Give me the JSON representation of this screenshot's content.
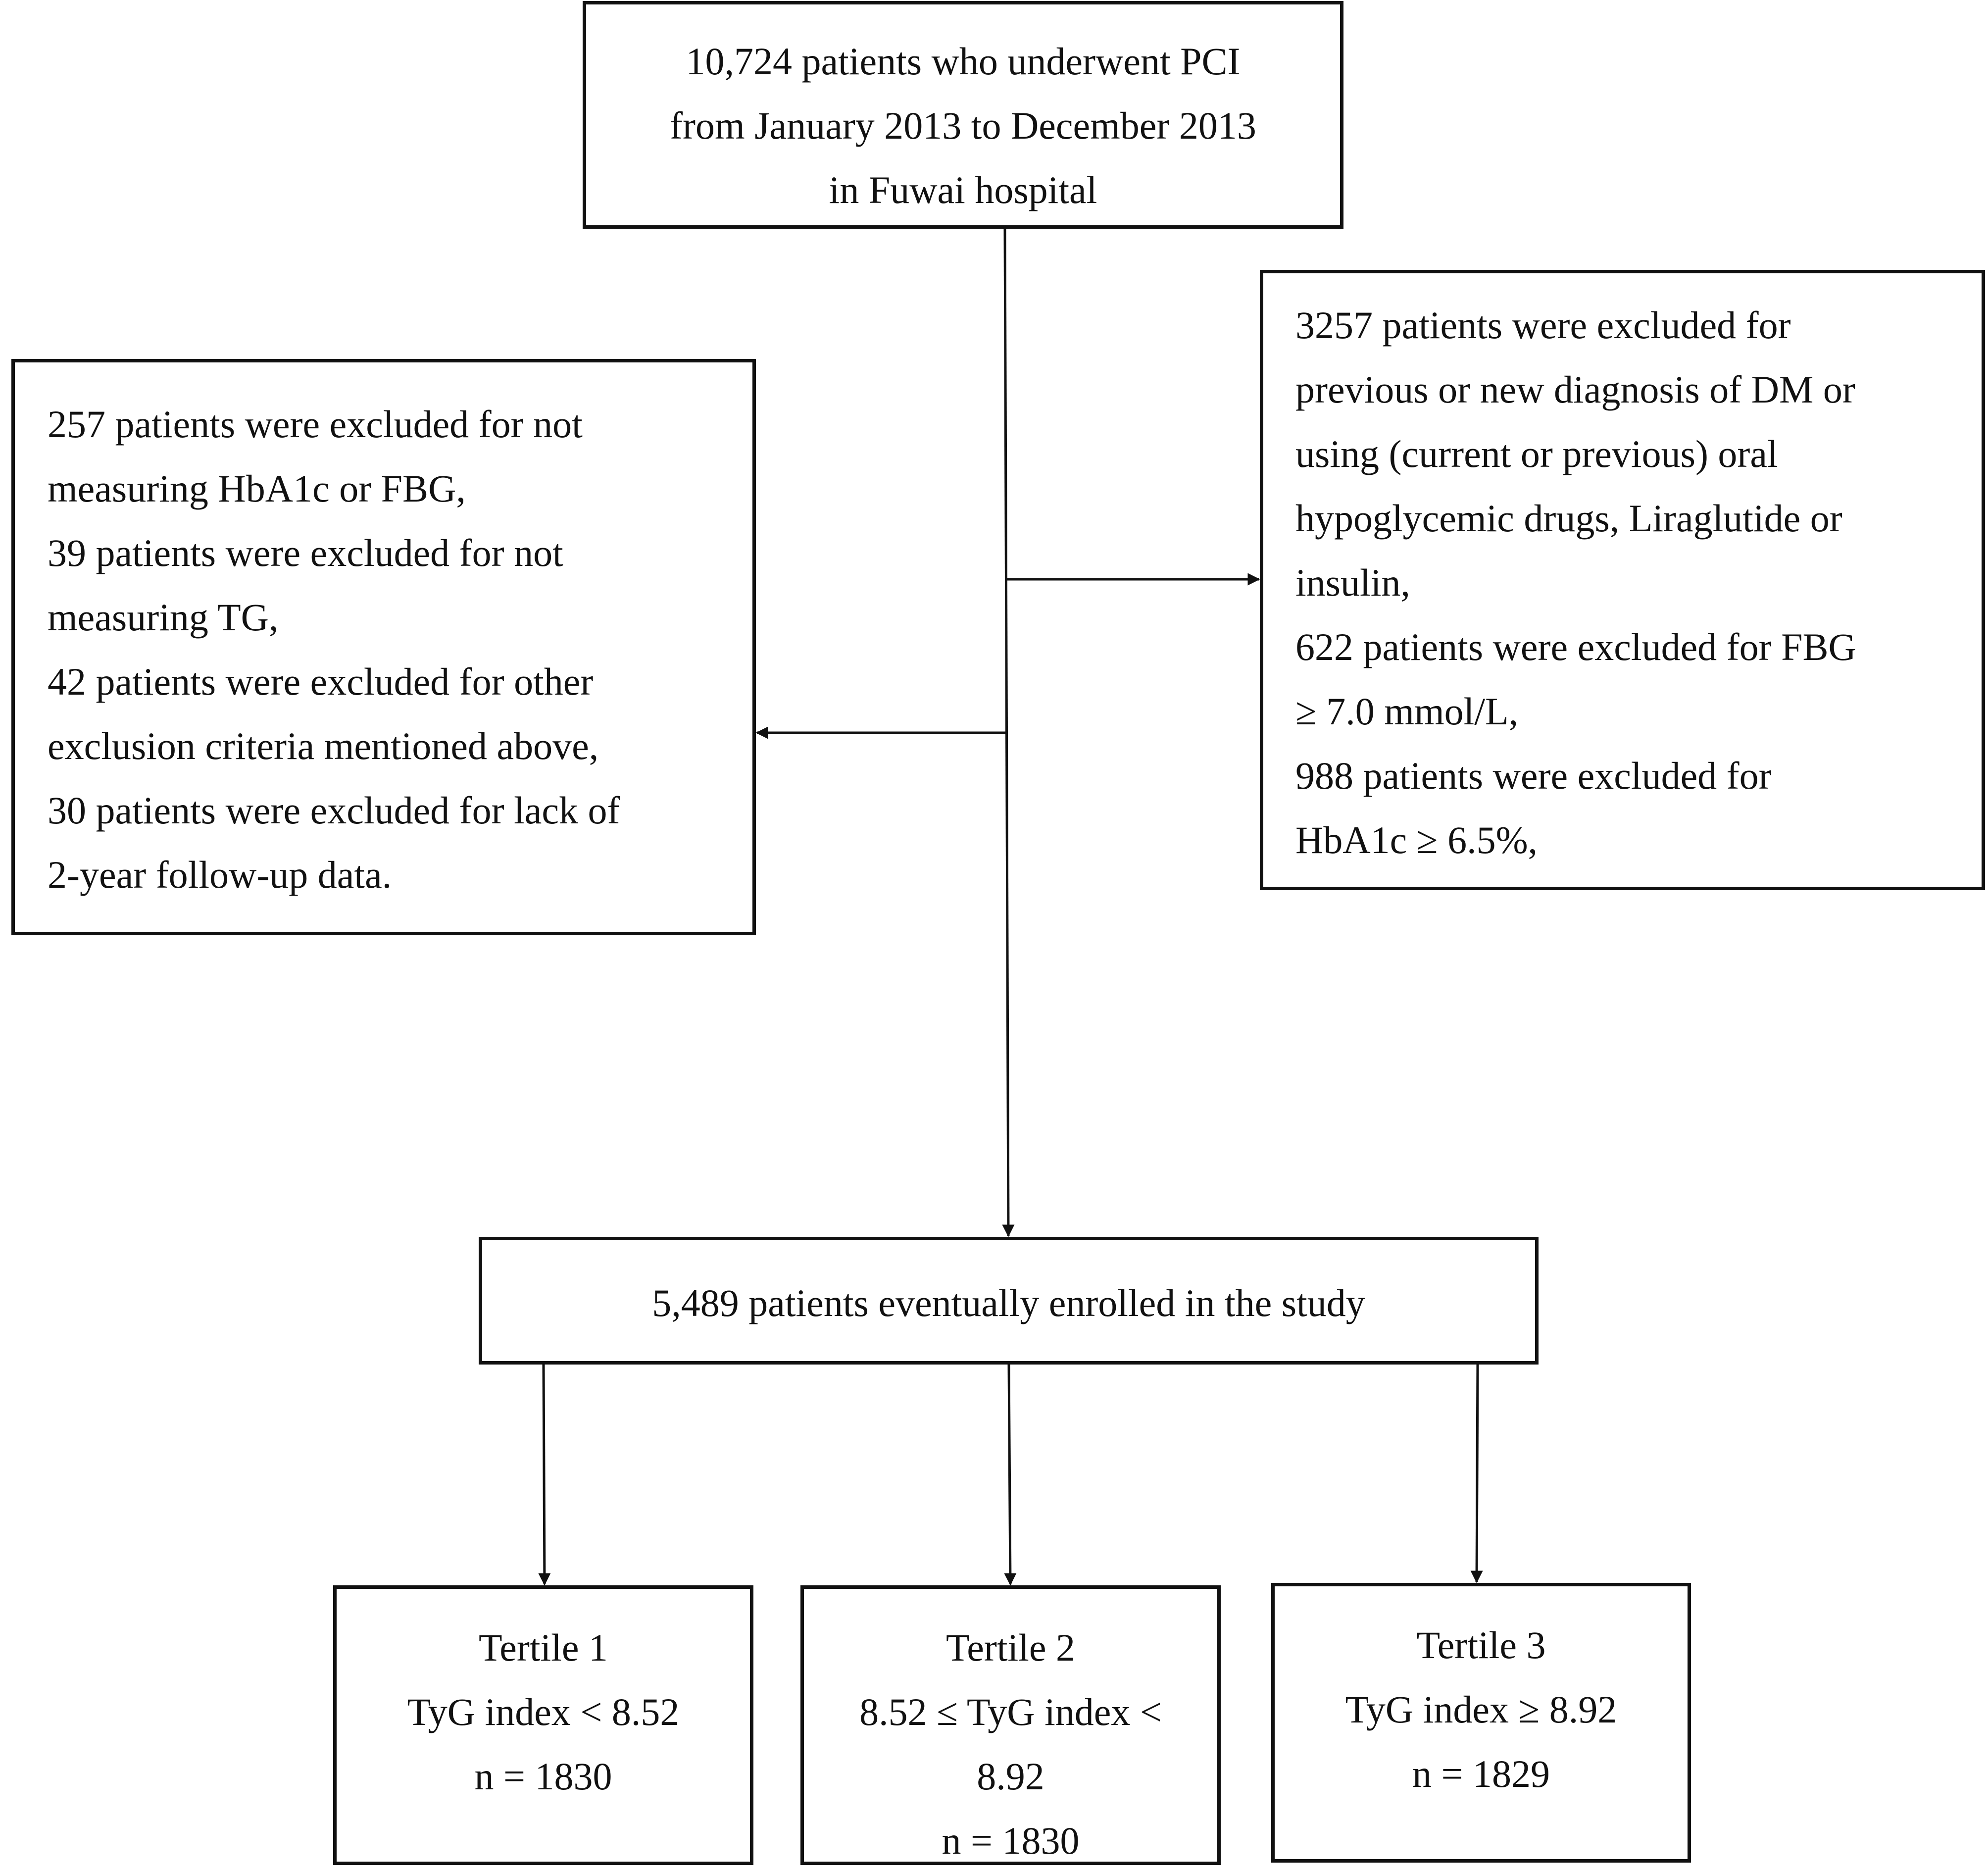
{
  "start": {
    "lines": [
      "10,724 patients who underwent PCI",
      "from January 2013 to December 2013",
      "in Fuwai hospital"
    ]
  },
  "exclusion_left": {
    "lines": [
      "257 patients were excluded for not",
      "measuring HbA1c or FBG,",
      "39 patients were excluded for not",
      "measuring TG,",
      "42 patients were excluded for other",
      "exclusion criteria mentioned above,",
      "30 patients were excluded for lack of",
      "2-year follow-up data."
    ]
  },
  "exclusion_right": {
    "lines": [
      "3257 patients were excluded for",
      "previous or new diagnosis of DM or",
      "using (current or previous) oral",
      "hypoglycemic drugs, Liraglutide or",
      "insulin,",
      "622 patients were excluded for FBG",
      "≥ 7.0 mmol/L,",
      "988 patients were excluded for",
      "HbA1c ≥ 6.5%,"
    ]
  },
  "enrolled": {
    "lines": [
      "5,489 patients eventually enrolled in the study"
    ]
  },
  "tertiles": [
    {
      "lines": [
        "Tertile 1",
        "TyG index < 8.52",
        "n = 1830"
      ]
    },
    {
      "lines": [
        "Tertile 2",
        "8.52 ≤ TyG index <",
        "8.92",
        "n = 1830"
      ]
    },
    {
      "lines": [
        "Tertile 3",
        "TyG index ≥ 8.92",
        "n = 1829"
      ]
    }
  ],
  "colors": {
    "stroke": "#111111",
    "background": "#ffffff"
  }
}
